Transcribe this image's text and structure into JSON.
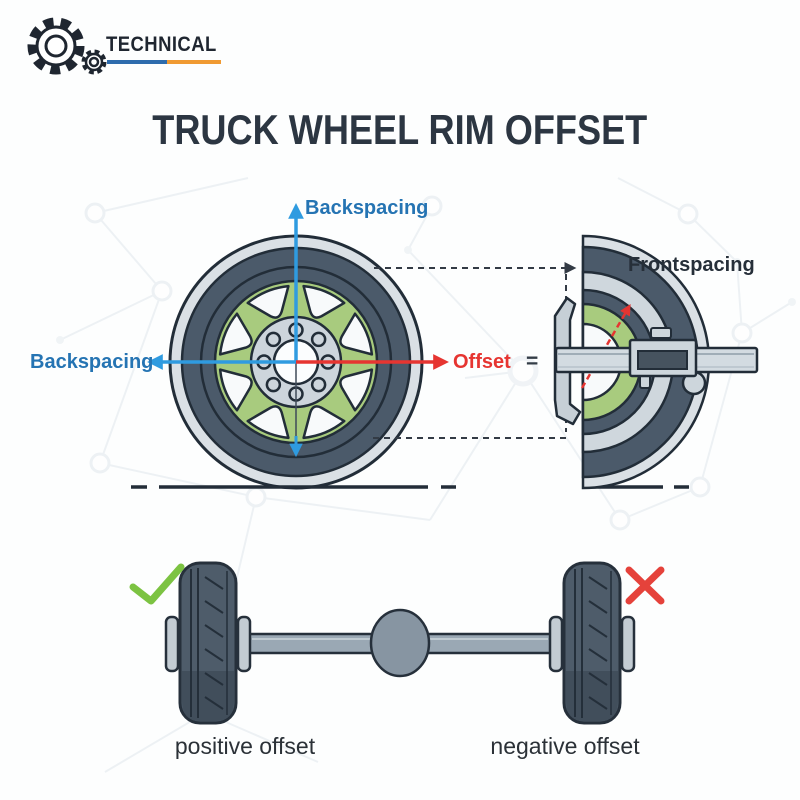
{
  "brand": {
    "name": "TECHNICAL"
  },
  "title": "TRUCK WHEEL RIM OFFSET",
  "wheel_diagram": {
    "backspacing_top": "Backspacing",
    "backspacing_left": "Backspacing",
    "offset": "Offset",
    "equals_sign": "=",
    "frontspacing": "Frontspacing"
  },
  "offset_comparison": {
    "positive": "positive offset",
    "negative": "negative offset"
  },
  "icons": {
    "logo": "gear-icon",
    "positive_marker": "checkmark-icon",
    "negative_marker": "cross-icon",
    "measuring_tool": "caliper"
  },
  "colors": {
    "label_blue": "#2574b3",
    "arrow_blue": "#2f9be0",
    "accent_red": "#e63531",
    "check_green": "#7cc342",
    "cross_red": "#e5423b",
    "tire_slate": "#4b5a6a",
    "rim_gray": "#dae0e5",
    "spoke_green": "#a8cb7e",
    "underline_blue": "#2e6cad",
    "underline_orange": "#f09a32",
    "title_color": "#2c3642"
  }
}
